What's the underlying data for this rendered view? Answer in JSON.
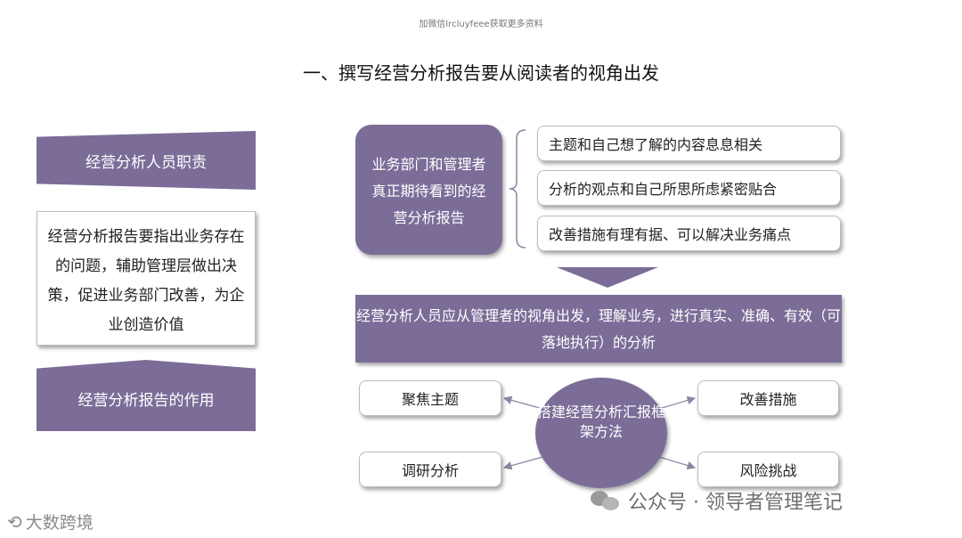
{
  "top_note": "加微信lrcluyfeee获取更多资料",
  "title": "一、撰写经营分析报告要从阅读者的视角出发",
  "left": {
    "role_banner": "经营分析人员职责",
    "role_text": "经营分析报告要指出业务存在的问题，辅助管理层做出决策，促进业务部门改善，为企业创造价值",
    "effect_banner": "经营分析报告的作用"
  },
  "reader": {
    "box": "业务部门和管理者真正期待看到的经营分析报告",
    "expectations": [
      "主题和自己想了解的内容息息相关",
      "分析的观点和自己所思所虑紧密贴合",
      "改善措施有理有据、可以解决业务痛点"
    ]
  },
  "summary": "经营分析人员应从管理者的视角出发，理解业务，进行真实、准确、有效（可落地执行）的分析",
  "framework": {
    "hub": "搭建经营分析汇报框架方法",
    "spokes": {
      "top_left": "聚焦主题",
      "bottom_left": "调研分析",
      "top_right": "改善措施",
      "bottom_right": "风险挑战"
    }
  },
  "watermark": "公众号 · 领导者管理笔记",
  "logo": "大数跨境",
  "colors": {
    "accent": "#7b6d98",
    "text": "#222222",
    "border": "#bdbdbd"
  }
}
